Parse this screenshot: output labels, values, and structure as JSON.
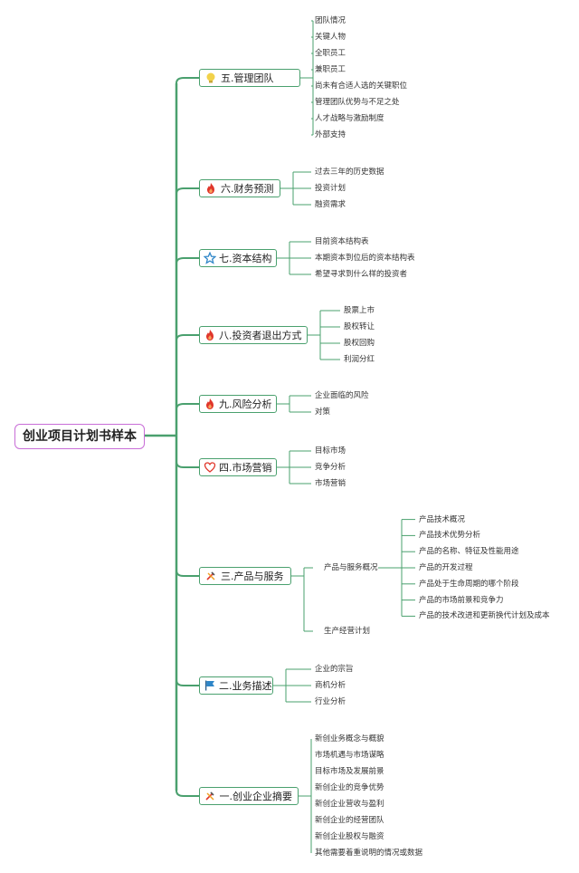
{
  "root": {
    "label": "创业项目计划书样本"
  },
  "branches": [
    {
      "label": "五.管理团队",
      "icon": "bulb-icon",
      "items": [
        "团队情况",
        "关键人物",
        "全职员工",
        "兼职员工",
        "尚未有合适人选的关键职位",
        "管理团队优势与不足之处",
        "人才战略与激励制度",
        "外部支持"
      ]
    },
    {
      "label": "六.财务预测",
      "icon": "fire-icon",
      "items": [
        "过去三年的历史数据",
        "投资计划",
        "融资需求"
      ]
    },
    {
      "label": "七.资本结构",
      "icon": "star-icon",
      "items": [
        "目前资本结构表",
        "本期资本到位后的资本结构表",
        "希望寻求到什么样的投资者"
      ]
    },
    {
      "label": "八.投资者退出方式",
      "icon": "fire-icon",
      "items": [
        "股票上市",
        "股权转让",
        "股权回购",
        "利润分红"
      ]
    },
    {
      "label": "九.风险分析",
      "icon": "fire-icon",
      "items": [
        "企业面临的风险",
        "对策"
      ]
    },
    {
      "label": "四.市场营销",
      "icon": "heart-icon",
      "items": [
        "目标市场",
        "竞争分析",
        "市场营销"
      ]
    },
    {
      "label": "三.产品与服务",
      "icon": "tools-icon",
      "subs": [
        {
          "label": "产品与服务概况",
          "items": [
            "产品技术概况",
            "产品技术优势分析",
            "产品的名称、特征及性能用途",
            "产品的开发过程",
            "产品处于生命周期的哪个阶段",
            "产品的市场前景和竞争力",
            "产品的技术改进和更新换代计划及成本"
          ]
        },
        {
          "label": "生产经营计划",
          "items": []
        }
      ]
    },
    {
      "label": "二.业务描述",
      "icon": "flag-icon",
      "items": [
        "企业的宗旨",
        "商机分析",
        "行业分析"
      ]
    },
    {
      "label": "一.创业企业摘要",
      "icon": "tools-icon",
      "items": [
        "新创业务概念与概貌",
        "市场机遇与市场谋略",
        "目标市场及发展前景",
        "新创企业的竞争优势",
        "新创企业营收与盈利",
        "新创企业的经营团队",
        "新创企业股权与融资",
        "其他需要着重说明的情况或数据"
      ]
    }
  ],
  "colors": {
    "line": "#4aa06e",
    "root_border": "#c86dd7",
    "fire": "#e0362b",
    "star": "#2f86c8",
    "heart": "#e0362b",
    "flag": "#2f86c8",
    "bulb": "#f2d24b"
  }
}
